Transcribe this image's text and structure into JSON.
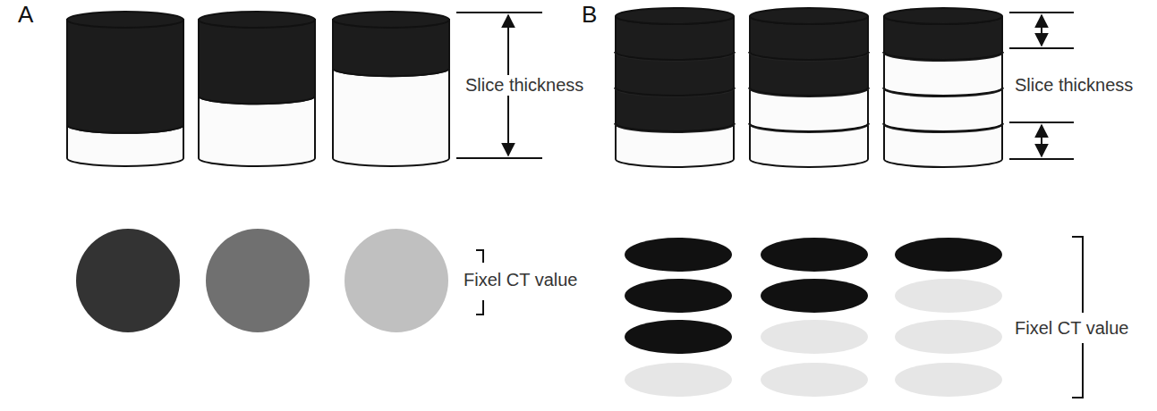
{
  "diagram": {
    "labels": [
      "A",
      "Slice thickness",
      "Fixel CT value",
      "B",
      "Slice thickness",
      "Fixel CT value"
    ]
  }
}
